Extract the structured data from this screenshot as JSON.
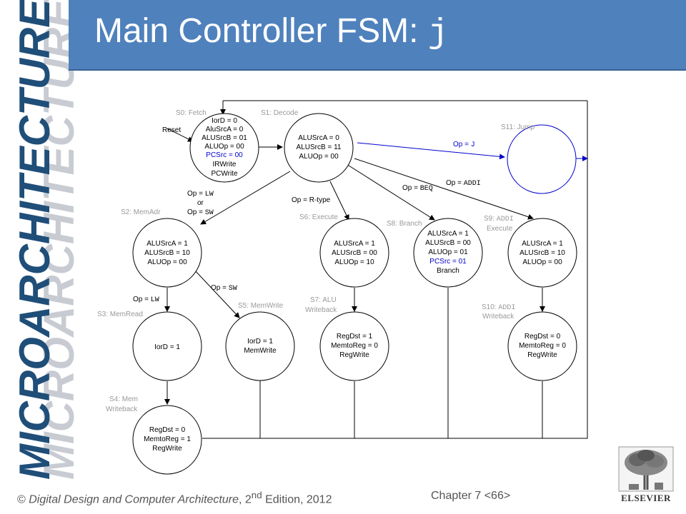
{
  "slide": {
    "title_prefix": "Main Controller FSM: ",
    "title_code": "j",
    "sidebar_text": "MICROARCHITECTURE",
    "footer_copyright": "© ",
    "footer_book": "Digital Design and Computer Architecture",
    "footer_edition": ", 2",
    "footer_sup": "nd",
    "footer_rest": " Edition, 2012",
    "chapter": "Chapter 7 <66>",
    "publisher": "ELSEVIER"
  },
  "states": {
    "s0": {
      "label": "S0: Fetch",
      "lines": [
        "IorD = 0",
        "AluSrcA = 0",
        "ALUSrcB = 01",
        "ALUOp = 00",
        "PCSrc = 00",
        "IRWrite",
        "PCWrite"
      ]
    },
    "s1": {
      "label": "S1: Decode",
      "lines": [
        "ALUSrcA = 0",
        "ALUSrcB = 11",
        "ALUOp = 00"
      ]
    },
    "s2": {
      "label": "S2: MemAdr",
      "lines": [
        "ALUSrcA = 1",
        "ALUSrcB = 10",
        "ALUOp = 00"
      ]
    },
    "s3": {
      "label": "S3: MemRead",
      "lines": [
        "IorD = 1"
      ]
    },
    "s4": {
      "label1": "S4: Mem",
      "label2": "Writeback",
      "lines": [
        "RegDst = 0",
        "MemtoReg = 1",
        "RegWrite"
      ]
    },
    "s5": {
      "label": "S5: MemWrite",
      "lines": [
        "IorD = 1",
        "MemWrite"
      ]
    },
    "s6": {
      "label": "S6: Execute",
      "lines": [
        "ALUSrcA = 1",
        "ALUSrcB = 00",
        "ALUOp = 10"
      ]
    },
    "s7": {
      "label1": "S7: ALU",
      "label2": "Writeback",
      "lines": [
        "RegDst = 1",
        "MemtoReg = 0",
        "RegWrite"
      ]
    },
    "s8": {
      "label": "S8: Branch",
      "lines": [
        "ALUSrcA = 1",
        "ALUSrcB = 00",
        "ALUOp = 01",
        "PCSrc = 01",
        "Branch"
      ]
    },
    "s9": {
      "label1a": "S9: ",
      "label1b": "ADDI",
      "label2": "Execute",
      "lines": [
        "ALUSrcA = 1",
        "ALUSrcB = 10",
        "ALUOp = 00"
      ]
    },
    "s10": {
      "label1a": "S10: ",
      "label1b": "ADDI",
      "label2": "Writeback",
      "lines": [
        "RegDst = 0",
        "MemtoReg = 0",
        "RegWrite"
      ]
    },
    "s11": {
      "label": "S11: Jump",
      "lines": []
    }
  },
  "transitions": {
    "reset": "Reset",
    "op_lw_sw_1a": "Op = ",
    "op_lw_sw_1b": "LW",
    "op_lw_sw_2": "or",
    "op_lw_sw_3a": "Op = ",
    "op_lw_sw_3b": "SW",
    "op_rtype": "Op = R-type",
    "op_beq_a": "Op = ",
    "op_beq_b": "BEQ",
    "op_addi_a": "Op = ",
    "op_addi_b": "ADDI",
    "op_j_a": "Op = ",
    "op_j_b": "J",
    "op_lw_a": "Op = ",
    "op_lw_b": "LW",
    "op_sw_a": "Op = ",
    "op_sw_b": "SW"
  },
  "colors": {
    "title_bar": "#4f81bd",
    "sidebar_text": "#1f4e79",
    "highlight": "#0000cc"
  }
}
